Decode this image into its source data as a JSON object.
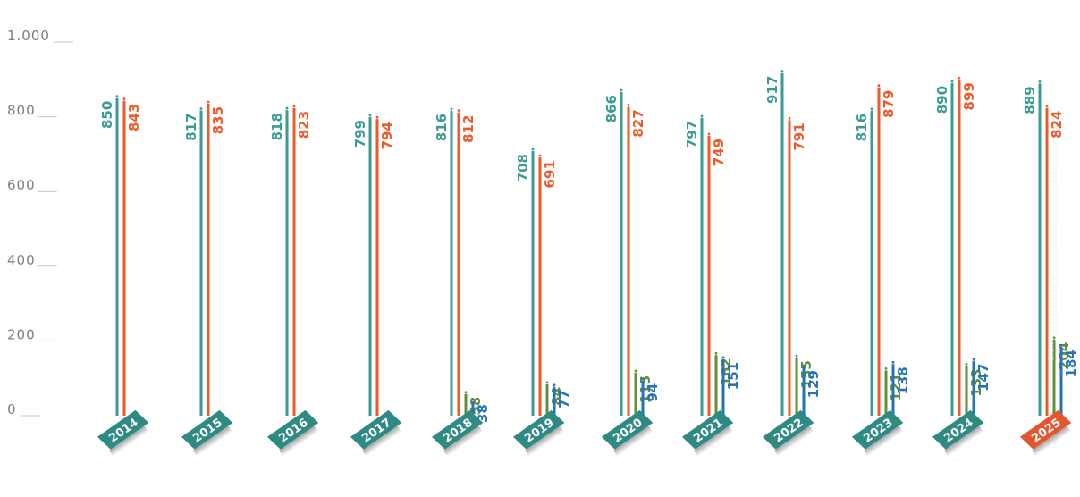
{
  "chart_data": {
    "type": "bar",
    "title": "",
    "xlabel": "",
    "ylabel": "",
    "ylim": [
      0,
      1000
    ],
    "yticks": [
      "0",
      "200",
      "400",
      "600",
      "800",
      "1.000"
    ],
    "categories": [
      "2014",
      "2015",
      "2016",
      "2017",
      "2018",
      "2019",
      "2020",
      "2021",
      "2022",
      "2023",
      "2024",
      "2025"
    ],
    "series": [
      {
        "values": [
          850,
          817,
          818,
          799,
          816,
          708,
          866,
          797,
          917,
          816,
          890,
          889
        ],
        "color": "#3a9c92"
      },
      {
        "values": [
          843,
          835,
          823,
          794,
          812,
          691,
          827,
          749,
          791,
          879,
          899,
          824
        ],
        "color": "#ee5a2a"
      },
      {
        "values": [
          null,
          null,
          null,
          null,
          58,
          84,
          115,
          162,
          155,
          121,
          133,
          204
        ],
        "color": "#5e8f3a"
      },
      {
        "values": [
          null,
          null,
          null,
          null,
          38,
          77,
          94,
          151,
          129,
          138,
          147,
          184
        ],
        "color": "#2574b6"
      }
    ],
    "year_badge_colors": {
      "default": "#2f8a83",
      "highlight": "#e4572e"
    },
    "highlight_category": "2025",
    "grid": false,
    "legend": "none"
  }
}
